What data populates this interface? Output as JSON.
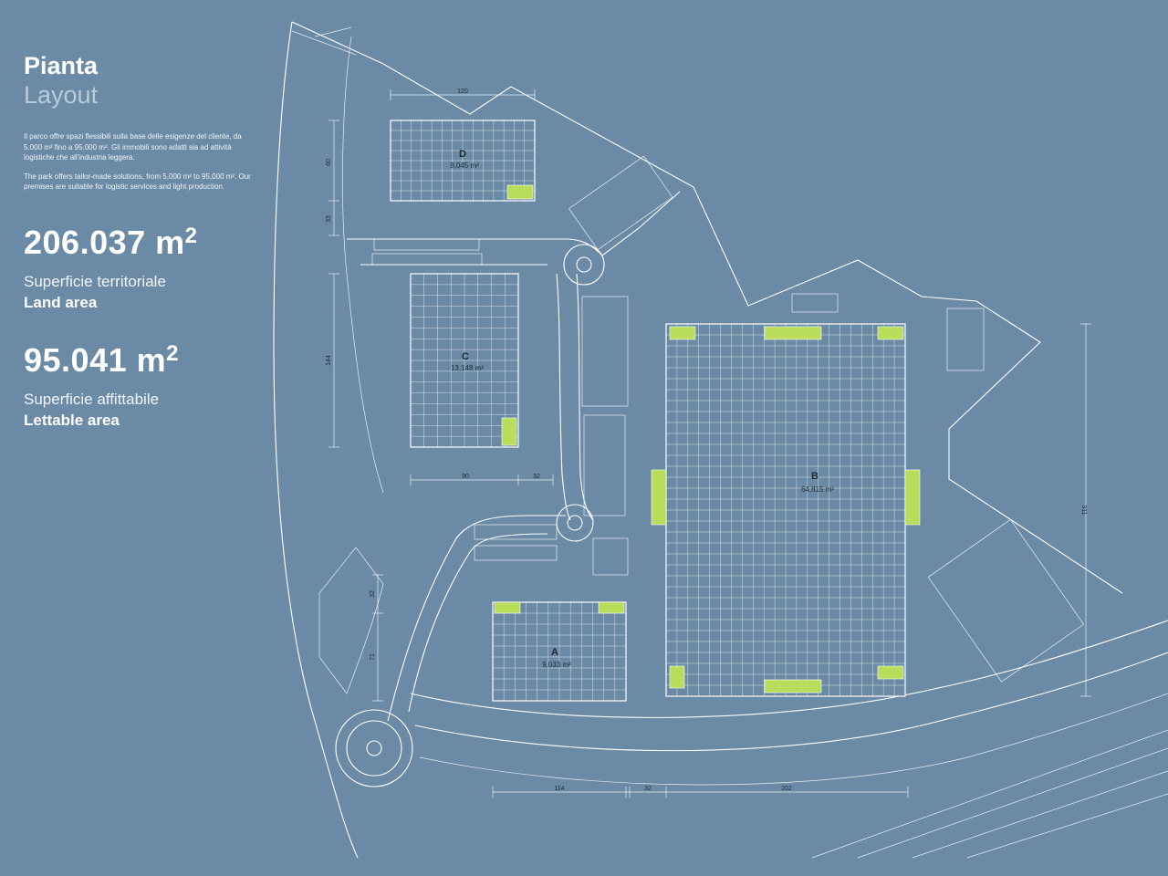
{
  "header": {
    "title_it": "Pianta",
    "title_en": "Layout"
  },
  "description": {
    "it": "Il parco offre spazi flessibili sulla base delle esigenze del cliente, da 5.000 m² fino a 95.000 m². Gli immobili sono adatti sia ad attività logistiche che all'industria leggera.",
    "en": "The park offers tailor-made solutions, from 5,000 m² to 95,000 m². Our premises are suitable for logistic services and light production."
  },
  "stats": [
    {
      "value": "206.037 m",
      "sup": "2",
      "label_it": "Superficie territoriale",
      "label_en": "Land area"
    },
    {
      "value": "95.041 m",
      "sup": "2",
      "label_it": "Superficie affittabile",
      "label_en": "Lettable area"
    }
  ],
  "buildings": [
    {
      "name": "D",
      "area": "8,045 m²"
    },
    {
      "name": "C",
      "area": "13,148 m²"
    },
    {
      "name": "B",
      "area": "64,815 m²"
    },
    {
      "name": "A",
      "area": "9,033 m²"
    }
  ],
  "dimensions": {
    "d_width": "120",
    "d_height_1": "60",
    "d_height_2": "33",
    "c_height": "144",
    "c_width_1": "90",
    "c_width_2": "32",
    "a_height_1": "32",
    "a_height_2": "71",
    "bottom_1": "114",
    "bottom_2": "32",
    "bottom_3": "202",
    "b_height": "311"
  },
  "colors": {
    "background": "#6a8aa6",
    "lines": "#ffffff",
    "loading_docks": "#b8dd5a",
    "label_text": "#1d2a36"
  }
}
